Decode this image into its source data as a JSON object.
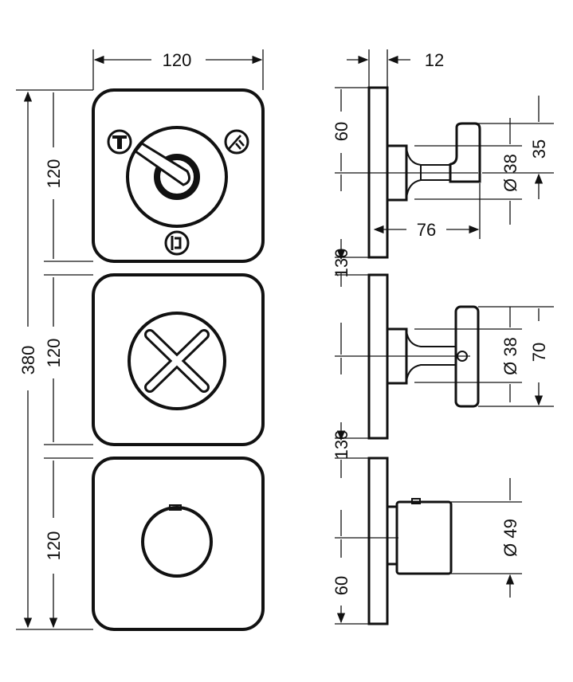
{
  "front_view": {
    "width_label": "120",
    "total_height_label": "380",
    "panel_height_labels": [
      "120",
      "120",
      "120"
    ]
  },
  "side_view": {
    "plate_thickness_label": "12",
    "top_offset_label": "60",
    "spacing_labels": [
      "130",
      "130"
    ],
    "bottom_offset_label": "60",
    "handle_depth_label": "76",
    "diverter_diameter_label": "Ø 38",
    "diverter_height_label": "35",
    "cross_handle_diameter_label": "Ø 38",
    "cross_handle_height_label": "70",
    "thermostat_diameter_label": "Ø 49"
  }
}
